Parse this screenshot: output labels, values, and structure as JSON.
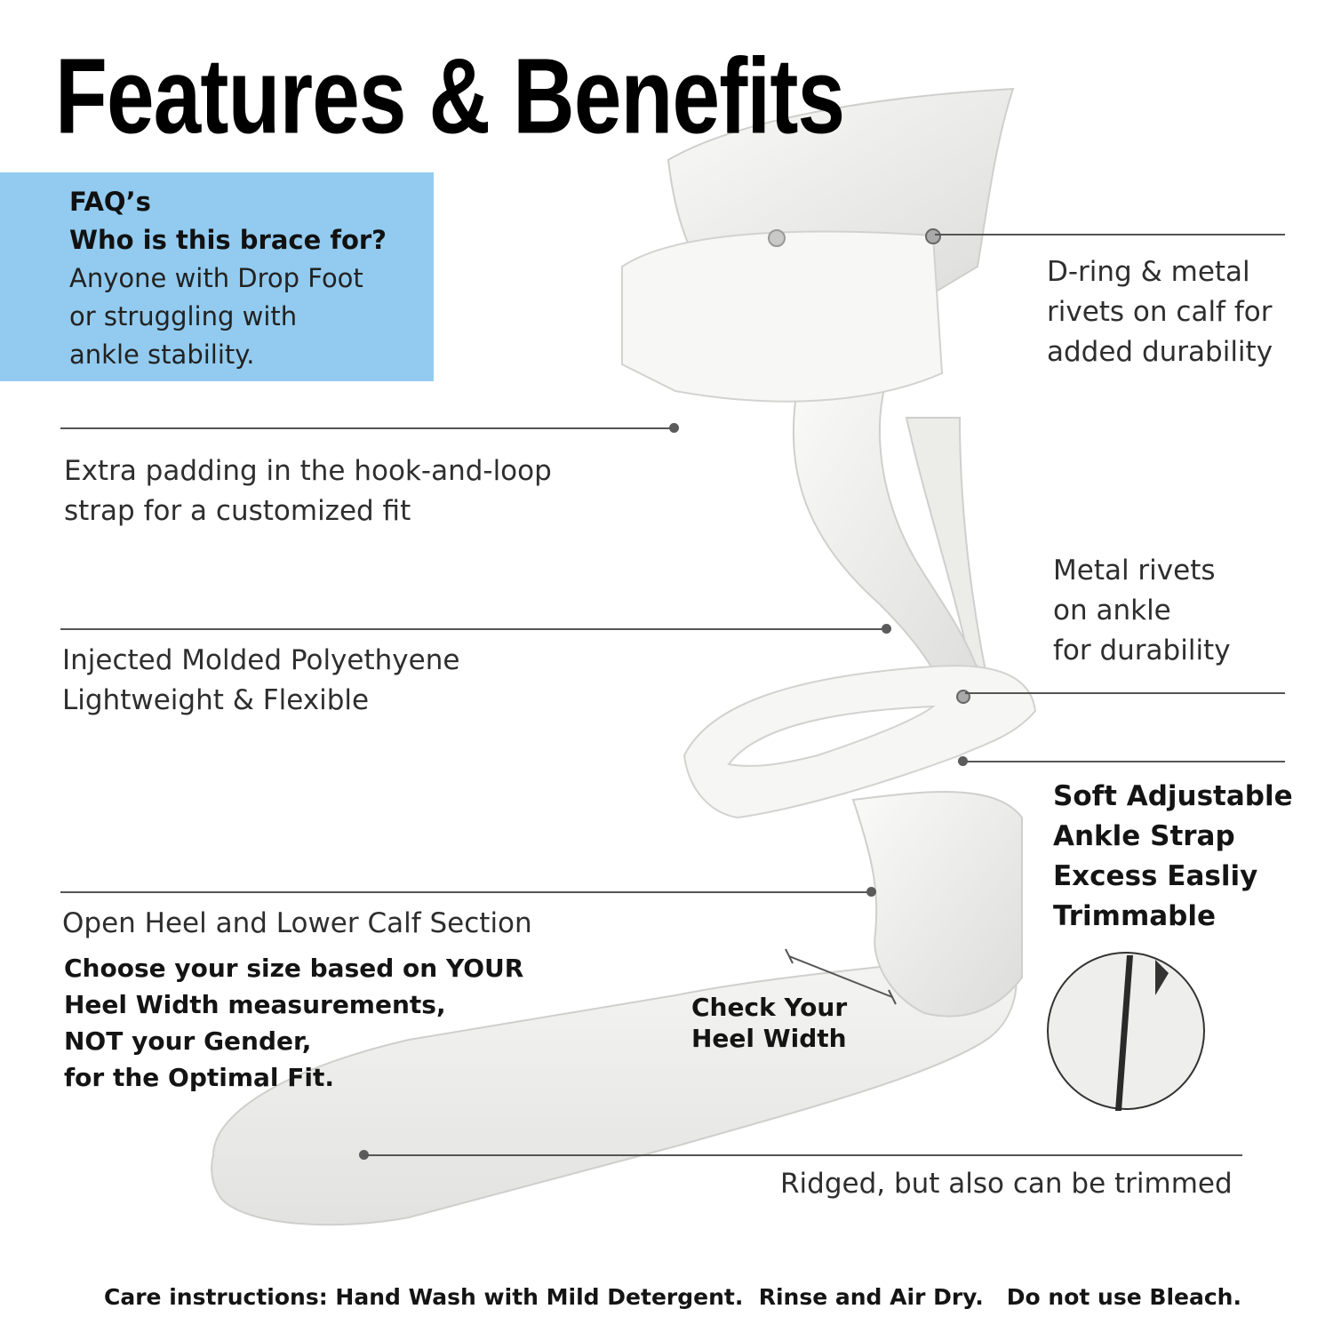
{
  "headline": "Features & Benefits",
  "faq": {
    "title": "FAQ’s",
    "question": "Who is this brace for?",
    "answer_lines": [
      "Anyone with Drop Foot",
      "or struggling with",
      "ankle stability."
    ]
  },
  "callouts": {
    "dring": [
      "D-ring & metal",
      "rivets on calf for",
      "added durability"
    ],
    "padding": [
      "Extra padding in the hook-and-loop",
      "strap for a customized fit"
    ],
    "ankle_rivets": [
      "Metal rivets",
      "on ankle",
      "for durability"
    ],
    "polyethylene": [
      "Injected Molded Polyethyene",
      "Lightweight & Flexible"
    ],
    "strap": [
      "Soft Adjustable",
      "Ankle Strap",
      "Excess Easliy",
      "Trimmable"
    ],
    "open_heel": "Open Heel and Lower Calf Section",
    "sizing": [
      "Choose your size based on YOUR",
      "Heel Width measurements,",
      "NOT your Gender,",
      "for the Optimal Fit."
    ],
    "check_heel": [
      "Check Your",
      "Heel Width"
    ],
    "ridged": "Ridged, but also can be trimmed"
  },
  "care": "Care instructions: Hand Wash with Mild Detergent.  Rinse and Air Dry.   Do not use Bleach.",
  "colors": {
    "faq_background": "#92cbef",
    "brace": "#f3f3f1",
    "leader_lines": "#555555"
  }
}
